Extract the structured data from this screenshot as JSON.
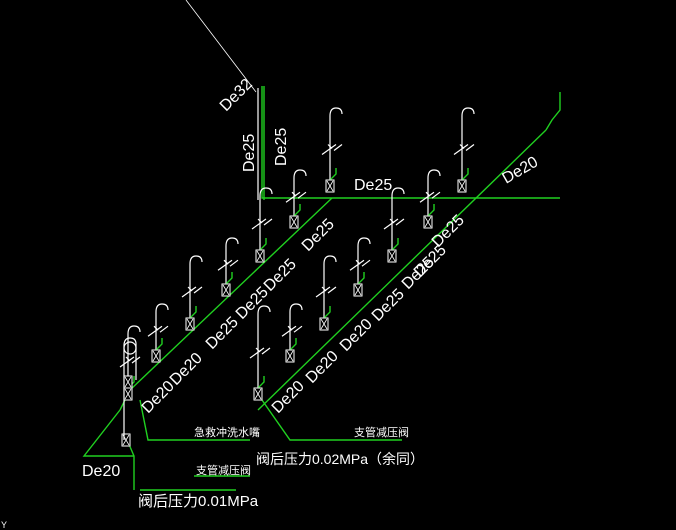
{
  "pipe_labels": {
    "de32": "De32",
    "de25_vertical_a": "De25",
    "de25_vertical_b": "De25",
    "de25_top": "De25",
    "de20_right": "De20",
    "de20_bottom_left": "De20",
    "upper_diagonal": [
      "De20",
      "De20",
      "De25",
      "De25",
      "De25",
      "De25"
    ],
    "lower_diagonal": [
      "De20",
      "De20",
      "De20",
      "De25",
      "De25",
      "De25"
    ],
    "lower_diag_end": "De25"
  },
  "annotations": {
    "emergency_nozzle": "急救冲洗水嘴",
    "branch_prv_left": "支管减压阀",
    "pressure_left": "阀后压力0.01MPa",
    "branch_prv_right": "支管减压阀",
    "pressure_right": "阀后压力0.02MPa（余同）"
  },
  "colors": {
    "background": "#000000",
    "pipe_green": "#20d020",
    "fixture_white": "#ffffff"
  }
}
